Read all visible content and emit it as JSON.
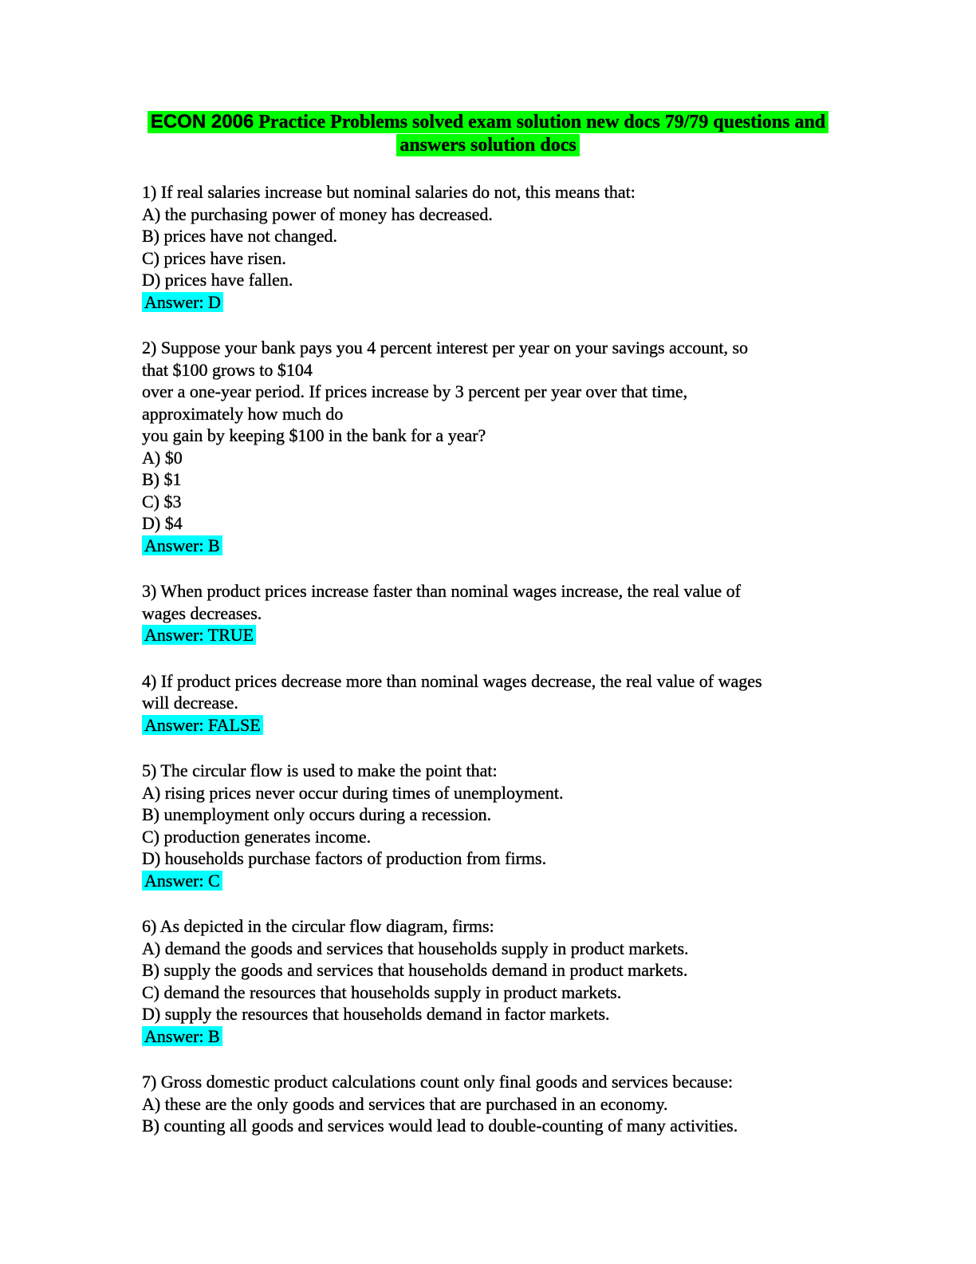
{
  "title": {
    "course": "ECON 2006",
    "rest_line1": " Practice Problems solved exam solution new docs 79/79 questions and",
    "line2": "answers solution docs",
    "highlight_color": "#00ff00"
  },
  "answer_highlight_color": "#00ffff",
  "questions": [
    {
      "lines": [
        "1) If real salaries increase but nominal salaries do not, this means that:",
        "A) the purchasing power of money has decreased.",
        "B) prices have not changed.",
        "C) prices have risen.",
        "D) prices have fallen."
      ],
      "answer": "Answer: D"
    },
    {
      "lines": [
        "2) Suppose your bank pays you 4 percent interest per year on your savings account, so",
        "that $100 grows to $104",
        "over a one-year period. If prices increase by 3 percent per year over that time,",
        "approximately how much do",
        "you gain by keeping $100 in the bank for a year?",
        "A) $0",
        "B) $1",
        "C) $3",
        "D) $4"
      ],
      "answer": "Answer: B"
    },
    {
      "lines": [
        "3) When product prices increase faster than nominal wages increase, the real value of",
        "wages decreases."
      ],
      "answer": "Answer: TRUE"
    },
    {
      "lines": [
        "4) If product prices decrease more than nominal wages decrease, the real value of wages",
        "will decrease."
      ],
      "answer": "Answer: FALSE"
    },
    {
      "lines": [
        "5) The circular flow is used to make the point that:",
        "A) rising prices never occur during times of unemployment.",
        "B) unemployment only occurs during a recession.",
        "C) production generates income.",
        "D) households purchase factors of production from firms."
      ],
      "answer": "Answer: C"
    },
    {
      "lines": [
        "6) As depicted in the circular flow diagram, firms:",
        "A) demand the goods and services that households supply in product markets.",
        "B) supply the goods and services that households demand in product markets.",
        "C) demand the resources that households supply in product markets.",
        "D) supply the resources that households demand in factor markets."
      ],
      "answer": "Answer: B"
    },
    {
      "lines": [
        "7) Gross domestic product calculations count only final goods and services because:",
        "A) these are the only goods and services that are purchased in an economy.",
        "B) counting all goods and services would lead to double-counting of many activities."
      ],
      "answer": null
    }
  ]
}
